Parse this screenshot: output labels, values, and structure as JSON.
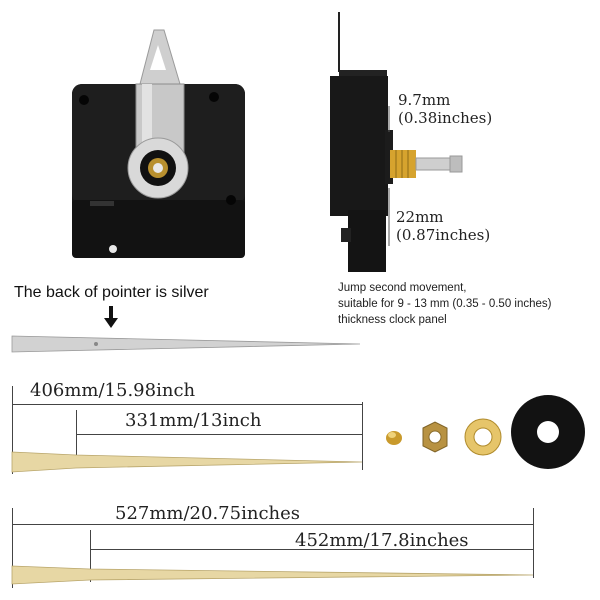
{
  "side_dims": {
    "shaft": {
      "mm": "9.7mm",
      "inches": "(0.38inches)"
    },
    "body": {
      "mm": "22mm",
      "inches": "(0.87inches)"
    }
  },
  "movement_description": {
    "line1": "Jump second movement,",
    "line2": "suitable for 9 - 13 mm (0.35 - 0.50 inches)",
    "line3": "thickness clock panel"
  },
  "silver_hand_caption": "The back of pointer is silver",
  "hand_set_1": {
    "total": "406mm/15.98inch",
    "inner": "331mm/13inch"
  },
  "hand_set_2": {
    "total": "527mm/20.75inches",
    "inner": "452mm/17.8inches"
  },
  "colors": {
    "movement_black": "#141414",
    "hanger_silver": "#c9c9c9",
    "hand_gold": "#e7d7a4",
    "brass": "#d8a62d"
  }
}
